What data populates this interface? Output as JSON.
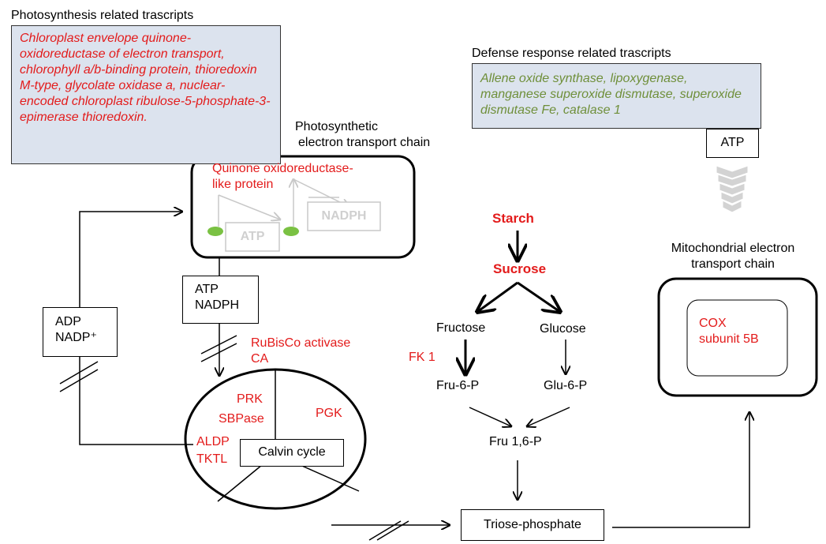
{
  "photosynthesis": {
    "header": "Photosynthesis related trascripts",
    "text": "Chloroplast envelope quinone-oxidoreductase of electron transport, chlorophyll a/b-binding protein, thioredoxin M-type, glycolate oxidase a, nuclear-encoded chloroplast ribulose-5-phosphate-3-epimerase thioredoxin."
  },
  "defense": {
    "header": "Defense response related trascripts",
    "text": "Allene oxide synthase, lipoxygenase, manganese superoxide dismutase, superoxide dismutase Fe, catalase 1"
  },
  "petc": {
    "title_line1": "Photosynthetic",
    "title_line2": "electron transport chain",
    "quinone_line1": "Quinone oxidoreductase-",
    "quinone_line2": "like protein",
    "atp": "ATP",
    "nadph": "NADPH"
  },
  "atp_nadph": {
    "line1": "ATP",
    "line2": "NADPH"
  },
  "adp_nadp": {
    "line1": "ADP",
    "line2": "NADP⁺"
  },
  "calvin": {
    "rubisco": "RuBisCo activase",
    "ca": "CA",
    "prk": "PRK",
    "sbpase": "SBPase",
    "pgk": "PGK",
    "aldp": "ALDP",
    "tktl": "TKTL",
    "label": "Calvin cycle"
  },
  "sugar": {
    "starch": "Starch",
    "sucrose": "Sucrose",
    "fructose": "Fructose",
    "glucose": "Glucose",
    "fk1": "FK 1",
    "fru6p": "Fru-6-P",
    "glu6p": "Glu-6-P",
    "fru16p": "Fru 1,6-P",
    "triose": "Triose-phosphate"
  },
  "mito": {
    "title_line1": "Mitochondrial electron",
    "title_line2": "transport chain",
    "cox_line1": "COX",
    "cox_line2": "subunit 5B",
    "atp": "ATP"
  },
  "colors": {
    "red": "#e31b1b",
    "green": "#6f8f3a",
    "box_fill": "#dce3ee"
  }
}
